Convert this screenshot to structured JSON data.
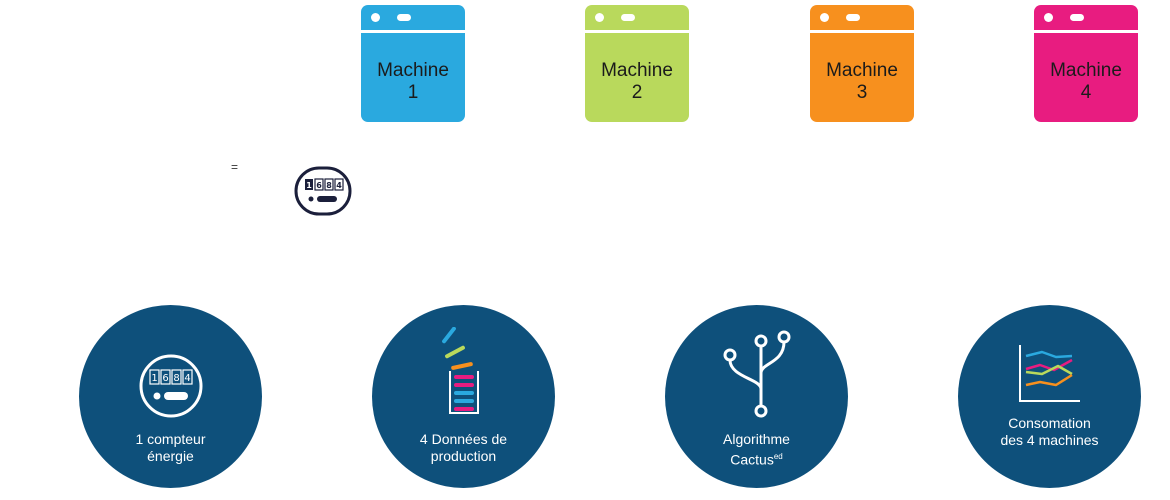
{
  "machines": [
    {
      "line1": "Machine",
      "line2": "1",
      "color": "#2aa9df"
    },
    {
      "line1": "Machine",
      "line2": "2",
      "color": "#b9d95c"
    },
    {
      "line1": "Machine",
      "line2": "3",
      "color": "#f7901e"
    },
    {
      "line1": "Machine",
      "line2": "4",
      "color": "#e81c80"
    }
  ],
  "equals_sign": "=",
  "meter_digits": [
    "1",
    "6",
    "8",
    "4"
  ],
  "circles": [
    {
      "line1": "1 compteur",
      "line2": "énergie",
      "icon": "energy-meter-icon"
    },
    {
      "line1": "4 Données de",
      "line2": "production",
      "icon": "data-stack-icon"
    },
    {
      "line1": "Algorithme",
      "line2": "Cactus",
      "sup": "ed",
      "icon": "algorithm-branch-icon"
    },
    {
      "line1": "Consomation",
      "line2": "des 4 machines",
      "icon": "consumption-chart-icon"
    }
  ],
  "colors": {
    "circle_bg": "#0e507b",
    "blue": "#2aa9df",
    "green": "#b9d95c",
    "orange": "#f7901e",
    "pink": "#e81c80",
    "meter_stroke": "#1b1f3b"
  }
}
